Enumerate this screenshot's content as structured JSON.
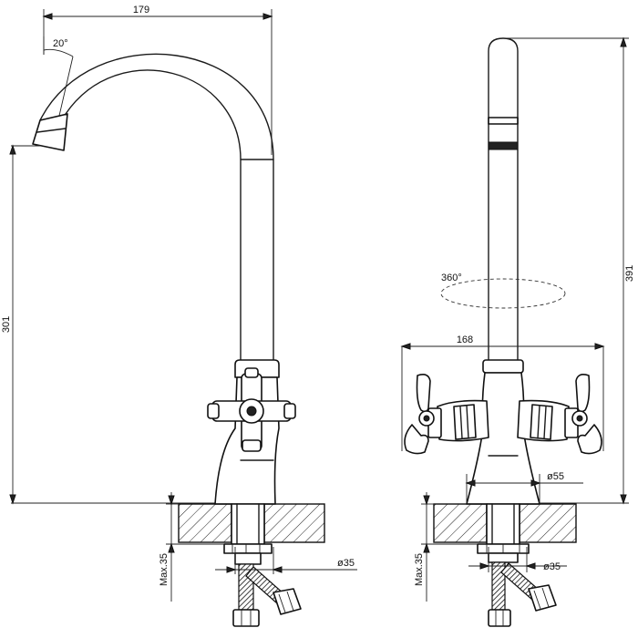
{
  "drawing": {
    "spout_width": "179",
    "angle": "20°",
    "height_left": "301",
    "height_right": "391",
    "rotation": "360°",
    "handles_width": "168",
    "base_diameter": "ø55",
    "hole_diameter_left": "ø35",
    "hole_diameter_right": "ø35",
    "max_thickness_left": "Max.35",
    "max_thickness_right": "Max.35"
  }
}
